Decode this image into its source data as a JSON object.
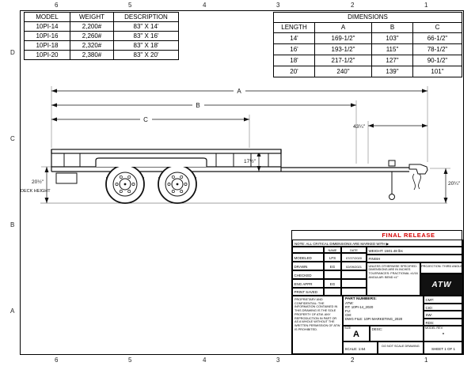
{
  "zones": {
    "columns": [
      "6",
      "5",
      "4",
      "3",
      "2",
      "1"
    ],
    "rows": [
      "D",
      "C",
      "B",
      "A"
    ]
  },
  "model_table": {
    "headers": [
      "MODEL",
      "WEIGHT",
      "DESCRIPTION"
    ],
    "rows": [
      [
        "10PI-14",
        "2,200#",
        "83\" X 14'"
      ],
      [
        "10PI-16",
        "2,260#",
        "83\" X 16'"
      ],
      [
        "10PI-18",
        "2,320#",
        "83\" X 18'"
      ],
      [
        "10PI-20",
        "2,380#",
        "83\" X 20'"
      ]
    ]
  },
  "dimensions_table": {
    "title": "DIMENSIONS",
    "headers": [
      "LENGTH",
      "A",
      "B",
      "C"
    ],
    "rows": [
      [
        "14'",
        "169-1/2\"",
        "103\"",
        "66-1/2\""
      ],
      [
        "16'",
        "193-1/2\"",
        "115\"",
        "78-1/2\""
      ],
      [
        "18'",
        "217-1/2\"",
        "127\"",
        "90-1/2\""
      ],
      [
        "20'",
        "240\"",
        "139\"",
        "101\""
      ]
    ]
  },
  "drawing": {
    "dim_a": "A",
    "dim_b": "B",
    "dim_c": "C",
    "tongue_length": "43¼\"",
    "rail_height": "17½\"",
    "deck_height_value": "20½\"",
    "deck_height_label": "DECK HEIGHT",
    "coupler_height": "20¼\""
  },
  "title_block": {
    "release_stamp": "FINAL RELEASE",
    "note": "NOTE: ALL CRITICAL DIMENSIONS ARE MARKED WITH ▶",
    "name_header": "NAME",
    "date_header": "DATE",
    "approvals": [
      {
        "label": "MODELED",
        "name": "LFS",
        "date": "07/27/2020"
      },
      {
        "label": "DRAWN",
        "name": "EG",
        "date": "02/09/2021"
      },
      {
        "label": "CHECKED",
        "name": "",
        "date": ""
      },
      {
        "label": "ENG APPR",
        "name": "EG",
        "date": ""
      },
      {
        "label": "PRINT SAVED",
        "name": "",
        "date": ""
      }
    ],
    "weight": "WEIGHT: 1501.48 lbs",
    "finish": "FINISH",
    "tolerance_note": "UNLESS OTHERWISE SPECIFIED: DIMENSIONS ARE IN INCHES TOLERANCES: FRACTIONAL ±1/16 ANGULAR: BEND ±1°",
    "projection": "PROJECTION: THIRD ANGLE",
    "logo": "ATW",
    "proprietary": "PROPRIETARY AND CONFIDENTIAL: THE INFORMATION CONTAINED IN THIS DRAWING IS THE SOLE PROPERTY OF ATW. ANY REPRODUCTION IN PART OR AS A WHOLE WITHOUT THE WRITTEN PERMISSION OF ATW IS PROHIBITED.",
    "part_numbers_title": "PART NUMBERS:",
    "part_numbers": [
      "ATW:",
      "RT: 10PI-14_2020",
      "FU:",
      "CM:",
      "DWG FILE: 10PI MARKETING_2020"
    ],
    "codes": [
      "CMT:",
      "CIO:",
      "SW:",
      "RDS:"
    ],
    "size_label": "SIZE",
    "size_value": "A",
    "desc_label": "DESC:",
    "model_rev_label": "MODEL REV",
    "model_rev_value": "-",
    "scale": "SCALE: 1:64",
    "do_not_scale": "DO NOT SCALE DRAWING",
    "sheet": "SHEET 1 OF 1"
  }
}
